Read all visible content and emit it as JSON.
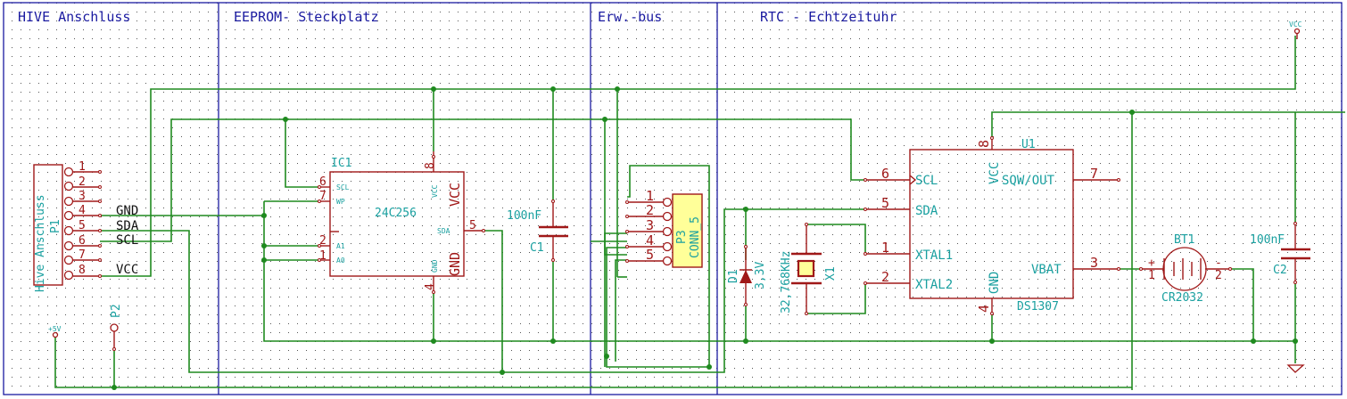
{
  "sections": [
    {
      "id": "hive",
      "title": "HIVE Anschluss"
    },
    {
      "id": "eeprom",
      "title": "EEPROM- Steckplatz"
    },
    {
      "id": "bus",
      "title": "Erw.-bus"
    },
    {
      "id": "rtc",
      "title": "RTC - Echtzeituhr"
    }
  ],
  "p1": {
    "ref": "P1",
    "value": "Hive Anschluss",
    "pins": [
      "1",
      "2",
      "3",
      "4",
      "5",
      "6",
      "7",
      "8"
    ],
    "net_labels": {
      "gnd": "GND",
      "sda": "SDA",
      "scl": "SCL",
      "vcc": "VCC"
    }
  },
  "p2": {
    "ref": "P2"
  },
  "power": {
    "plus5v": "+5V",
    "vcc": "VCC"
  },
  "ic1": {
    "ref": "IC1",
    "value": "24C256",
    "pin_names": {
      "scl": "SCL",
      "wp": "WP",
      "a1": "A1",
      "a0": "A0",
      "sda": "SDA",
      "vcc_small": "VCC",
      "gnd_small": "GND",
      "vcc": "VCC",
      "gnd": "GND"
    },
    "pin_numbers": {
      "scl": "6",
      "wp": "7",
      "a1": "2",
      "a0": "1",
      "sda": "5",
      "vcc": "8",
      "gnd": "4"
    }
  },
  "c1": {
    "ref": "C1",
    "value": "100nF"
  },
  "p3": {
    "ref": "P3",
    "value": "CONN_5",
    "pins": [
      "1",
      "2",
      "3",
      "4",
      "5"
    ]
  },
  "d1": {
    "ref": "D1",
    "value": "3,3V"
  },
  "x1": {
    "ref": "X1",
    "value": "32,768KHz"
  },
  "u1": {
    "ref": "U1",
    "value": "DS1307",
    "pin_names": {
      "scl": "SCL",
      "sda": "SDA",
      "xtal1": "XTAL1",
      "xtal2": "XTAL2",
      "sqw": "SQW/OUT",
      "vbat": "VBAT",
      "vcc": "VCC",
      "gnd": "GND"
    },
    "pin_numbers": {
      "scl": "6",
      "sda": "5",
      "xtal1": "1",
      "xtal2": "2",
      "sqw": "7",
      "vbat": "3",
      "vcc": "8",
      "gnd": "4"
    }
  },
  "bt1": {
    "ref": "BT1",
    "value": "CR2032",
    "pins": {
      "plus": "1",
      "minus": "2"
    },
    "signs": {
      "plus": "+",
      "minus": "-"
    }
  },
  "c2": {
    "ref": "C2",
    "value": "100nF"
  }
}
